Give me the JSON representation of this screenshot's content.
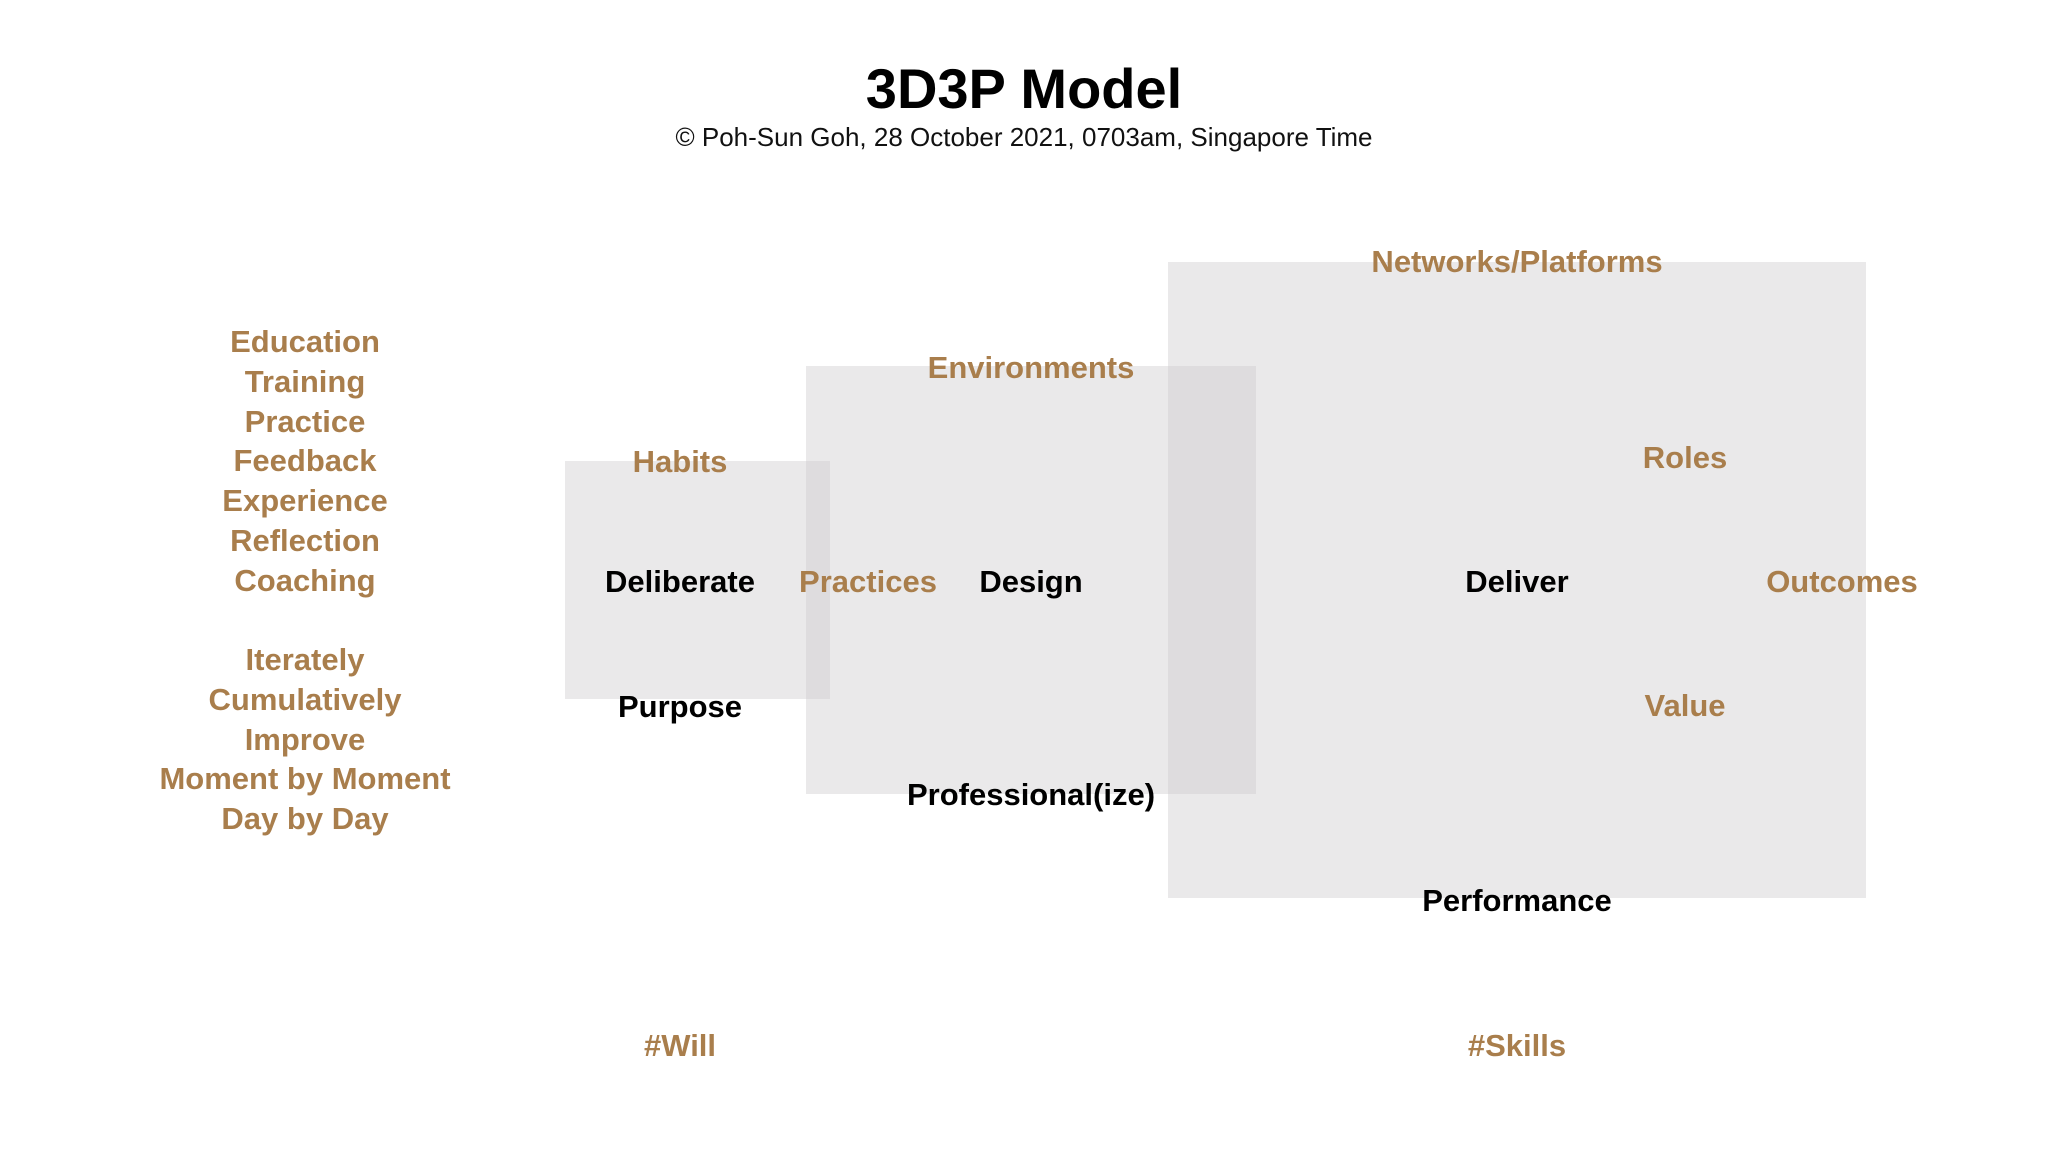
{
  "header": {
    "title": "3D3P Model",
    "subtitle": "© Poh-Sun Goh, 28 October 2021, 0703am, Singapore Time"
  },
  "left_column": {
    "group1": [
      "Education",
      "Training",
      "Practice",
      "Feedback",
      "Experience",
      "Reflection",
      "Coaching"
    ],
    "group2": [
      "Iterately",
      "Cumulatively",
      "Improve",
      "Moment by Moment",
      "Day by Day"
    ]
  },
  "diagram": {
    "box_small": {
      "top": "Habits",
      "center": "Deliberate",
      "right": "Practices",
      "bottom": "Purpose"
    },
    "box_medium": {
      "top": "Environments",
      "center": "Design",
      "bottom": "Professional(ize)"
    },
    "box_large": {
      "top": "Networks/Platforms",
      "center": "Deliver",
      "upper_right": "Roles",
      "right": "Outcomes",
      "lower_right": "Value",
      "bottom": "Performance"
    },
    "footer": {
      "left": "#Will",
      "right": "#Skills"
    }
  },
  "colors": {
    "accent": "#a97e4c",
    "text": "#000000",
    "box_fill": "#cdcacd"
  }
}
